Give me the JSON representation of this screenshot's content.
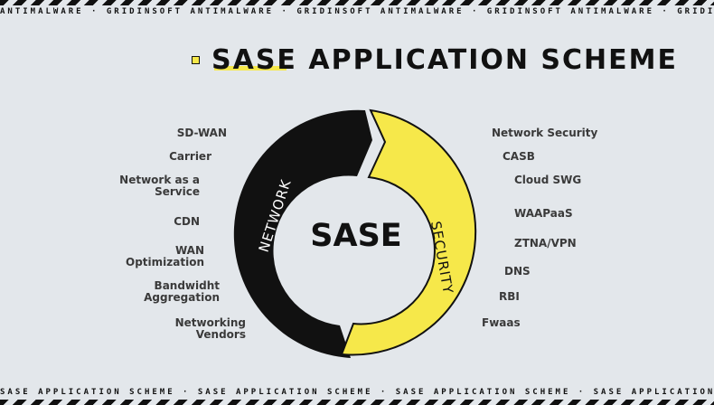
{
  "top_ticker": "ANTIMALWARE · GRIDINSOFT ANTIMALWARE · GRIDINSOFT ANTIMALWARE · GRIDINSOFT ANTIMALWARE · GRIDINSOFT ANTIMALWARE",
  "bottom_ticker": "SASE APPLICATION SCHEME · SASE APPLICATION SCHEME · SASE APPLICATION SCHEME · SASE APPLICATION SCHEME · S",
  "title": "SASE APPLICATION SCHEME",
  "diagram": {
    "center": "SASE",
    "network_label": "NETWORK",
    "security_label": "SECURITY"
  },
  "network_items": [
    "SD-WAN",
    "Carrier",
    "Network as a\nService",
    "CDN",
    "WAN\nOptimization",
    "Bandwidht\nAggregation",
    "Networking\nVendors"
  ],
  "security_items": [
    "Network Security",
    "CASB",
    "Cloud SWG",
    "WAAPaaS",
    "ZTNA/VPN",
    "DNS",
    "RBI",
    "Fwaas"
  ],
  "colors": {
    "network": "#111111",
    "security": "#f6e84a",
    "background": "#e3e7eb"
  }
}
